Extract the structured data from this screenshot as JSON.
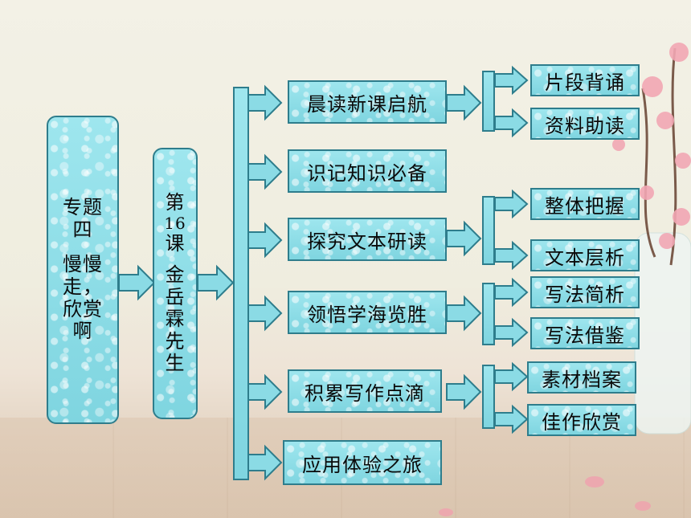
{
  "topic": {
    "line1": "专题",
    "line2": "四",
    "line3": "慢慢",
    "line4": "走，",
    "line5": "欣赏",
    "line6": "啊"
  },
  "lesson": {
    "line1": "第",
    "line2": "16",
    "line3": "课",
    "line4": "金",
    "line5": "岳",
    "line6": "霖",
    "line7": "先",
    "line8": "生"
  },
  "sections": [
    "晨读新课启航",
    "识记知识必备",
    "探究文本研读",
    "领悟学海览胜",
    "积累写作点滴",
    "应用体验之旅"
  ],
  "subs": {
    "s1": [
      "片段背诵",
      "资料助读"
    ],
    "s3": [
      "整体把握",
      "文本层析"
    ],
    "s4": [
      "写法简析",
      "写法借鉴"
    ],
    "s5": [
      "素材档案",
      "佳作欣赏"
    ]
  },
  "colors": {
    "box": "#8bdbe5",
    "border": "#2e7d8c"
  }
}
